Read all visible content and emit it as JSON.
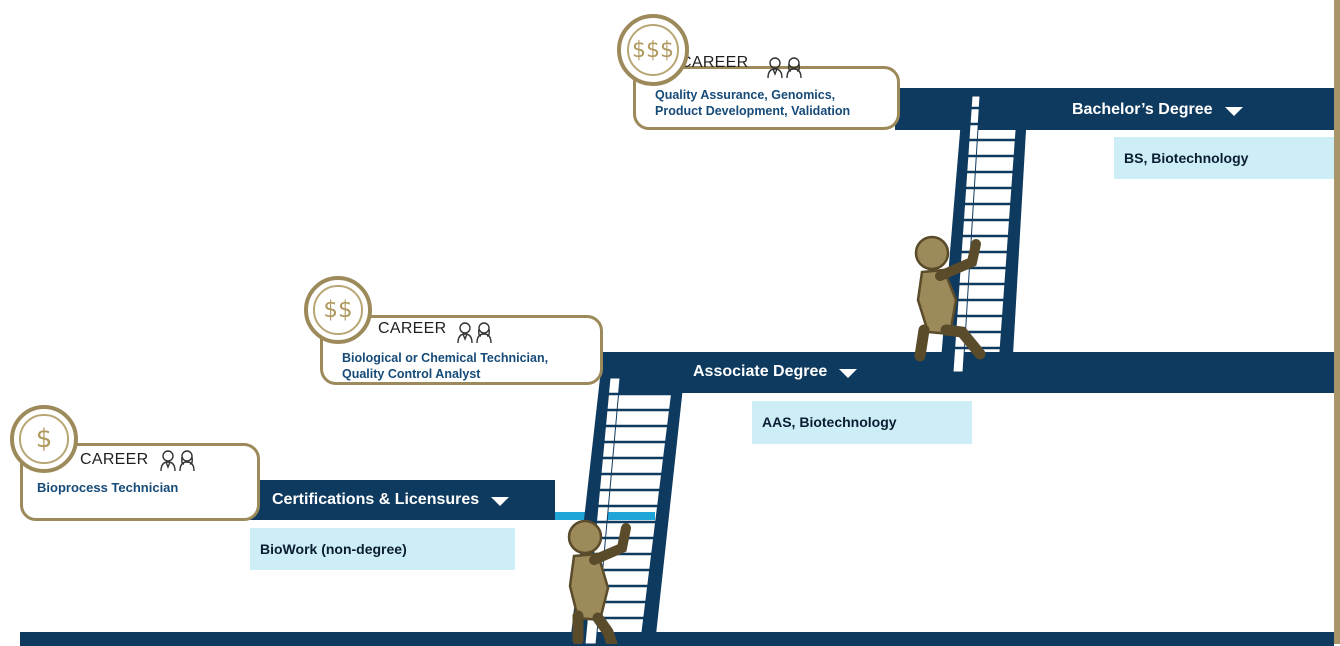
{
  "levels": [
    {
      "bar_label": "Bachelor’s Degree",
      "program": "BS, Biotechnology",
      "career_title": "CAREER",
      "career_jobs": [
        "Quality Assurance, Genomics,",
        "Product Development, Validation"
      ],
      "pay_symbol": "$$$"
    },
    {
      "bar_label": "Associate Degree",
      "program": "AAS, Biotechnology",
      "career_title": "CAREER",
      "career_jobs": [
        "Biological or Chemical Technician,",
        "Quality Control Analyst"
      ],
      "pay_symbol": "$$"
    },
    {
      "bar_label": "Certifications & Licensures",
      "program": "BioWork (non-degree)",
      "career_title": "CAREER",
      "career_jobs": [
        "Bioprocess Technician"
      ],
      "pay_symbol": "$"
    }
  ],
  "icons": {
    "people": "two-people-icon",
    "ladder": "ladder-icon",
    "climber": "person-climbing-icon",
    "caret": "caret-down-icon",
    "coin": "dollar-coin-icon"
  },
  "colors": {
    "bar": "#0f3a5f",
    "program_box": "#cdeef6",
    "gold": "#9d8a5a",
    "jobs_text": "#164a78",
    "accent_line": "#1fa5d8"
  }
}
